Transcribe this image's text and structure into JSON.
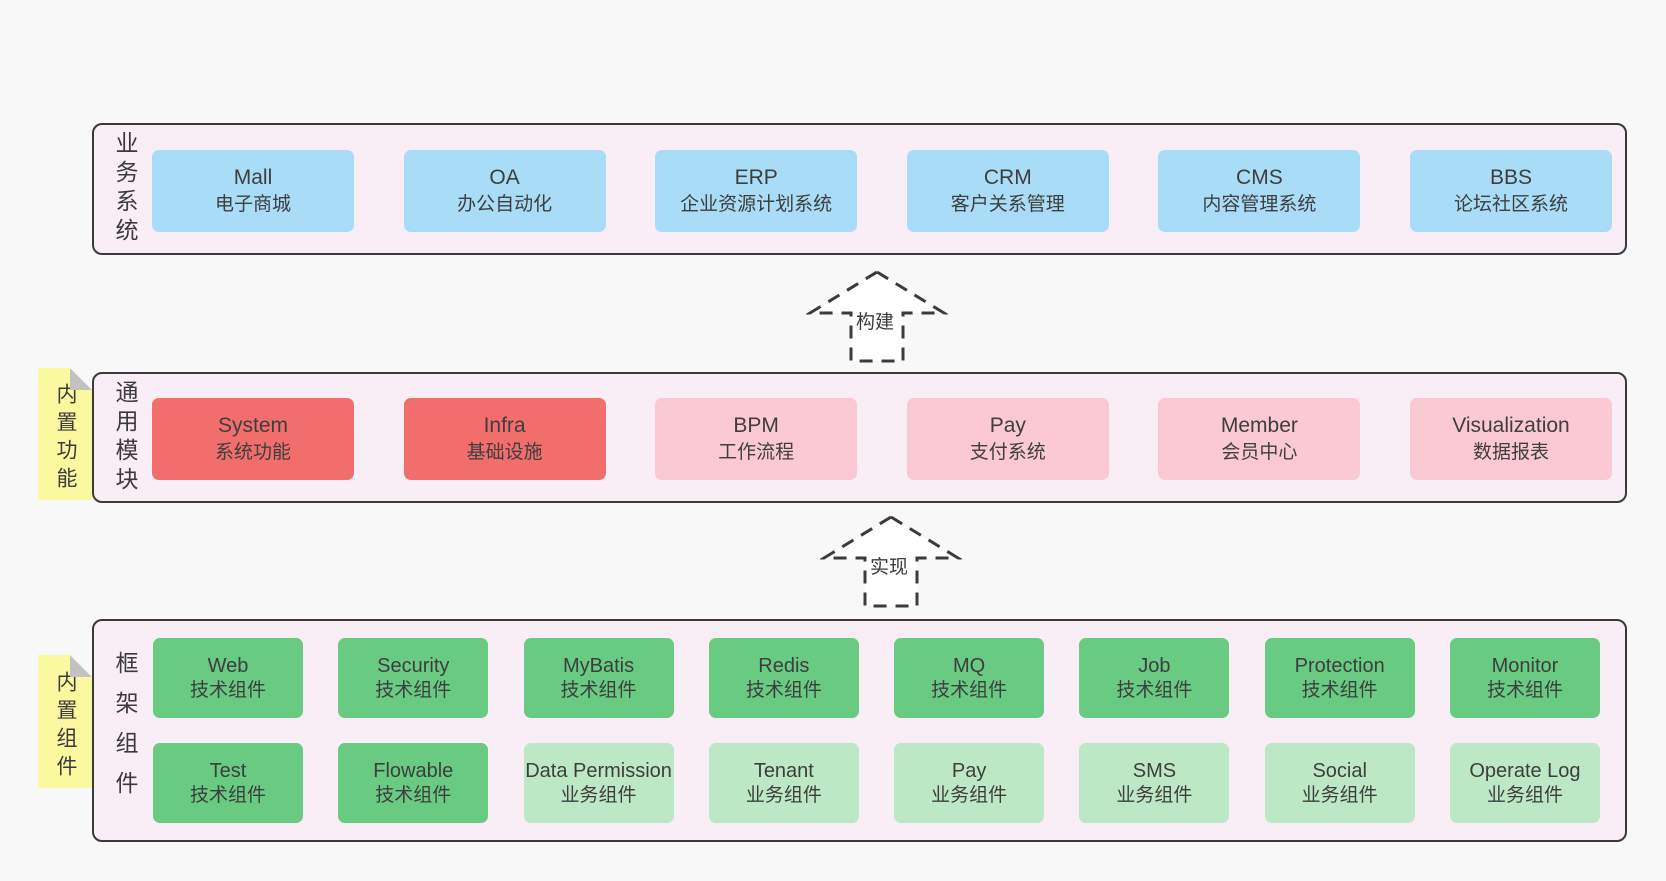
{
  "colors": {
    "canvas_bg": "#f8f8f8",
    "layer_bg": "#f9edf6",
    "layer_border": "#3a3a3a",
    "text": "#3b3b3b",
    "blue_box": "#a9dcf6",
    "red_box": "#f26e6c",
    "pink_box": "#fbc9d3",
    "green_dark_box": "#69ca81",
    "green_light_box": "#bce8c6",
    "sticky_yellow": "#fbf9a0",
    "sticky_fold": "#c2c2c2",
    "arrow_fill": "#ffffff"
  },
  "arrows": [
    {
      "label": "构建"
    },
    {
      "label": "实现"
    }
  ],
  "layers": [
    {
      "label": "业务系统",
      "boxes": [
        {
          "name": "Mall",
          "desc": "电子商城"
        },
        {
          "name": "OA",
          "desc": "办公自动化"
        },
        {
          "name": "ERP",
          "desc": "企业资源计划系统"
        },
        {
          "name": "CRM",
          "desc": "客户关系管理"
        },
        {
          "name": "CMS",
          "desc": "内容管理系统"
        },
        {
          "name": "BBS",
          "desc": "论坛社区系统"
        }
      ]
    },
    {
      "label": "通用模块",
      "sticky": "内置功能",
      "boxes": [
        {
          "name": "System",
          "desc": "系统功能"
        },
        {
          "name": "Infra",
          "desc": "基础设施"
        },
        {
          "name": "BPM",
          "desc": "工作流程"
        },
        {
          "name": "Pay",
          "desc": "支付系统"
        },
        {
          "name": "Member",
          "desc": "会员中心"
        },
        {
          "name": "Visualization",
          "desc": "数据报表"
        }
      ]
    },
    {
      "label": "框架组件",
      "sticky": "内置组件",
      "rows": [
        [
          {
            "name": "Web",
            "desc": "技术组件"
          },
          {
            "name": "Security",
            "desc": "技术组件"
          },
          {
            "name": "MyBatis",
            "desc": "技术组件"
          },
          {
            "name": "Redis",
            "desc": "技术组件"
          },
          {
            "name": "MQ",
            "desc": "技术组件"
          },
          {
            "name": "Job",
            "desc": "技术组件"
          },
          {
            "name": "Protection",
            "desc": "技术组件"
          },
          {
            "name": "Monitor",
            "desc": "技术组件"
          }
        ],
        [
          {
            "name": "Test",
            "desc": "技术组件"
          },
          {
            "name": "Flowable",
            "desc": "技术组件"
          },
          {
            "name": "Data Permission",
            "desc": "业务组件"
          },
          {
            "name": "Tenant",
            "desc": "业务组件"
          },
          {
            "name": "Pay",
            "desc": "业务组件"
          },
          {
            "name": "SMS",
            "desc": "业务组件"
          },
          {
            "name": "Social",
            "desc": "业务组件"
          },
          {
            "name": "Operate Log",
            "desc": "业务组件"
          }
        ]
      ]
    }
  ]
}
